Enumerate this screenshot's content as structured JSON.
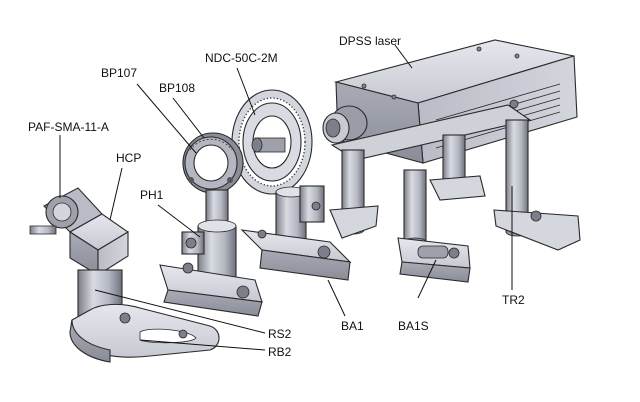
{
  "labels": {
    "dpss": "DPSS laser",
    "ndc": "NDC-50C-2M",
    "bp107": "BP107",
    "bp108": "BP108",
    "paf": "PAF-SMA-11-A",
    "hcp": "HCP",
    "ph1": "PH1",
    "rs2": "RS2",
    "rb2": "RB2",
    "ba1": "BA1",
    "ba1s": "BA1S",
    "tr2": "TR2"
  }
}
